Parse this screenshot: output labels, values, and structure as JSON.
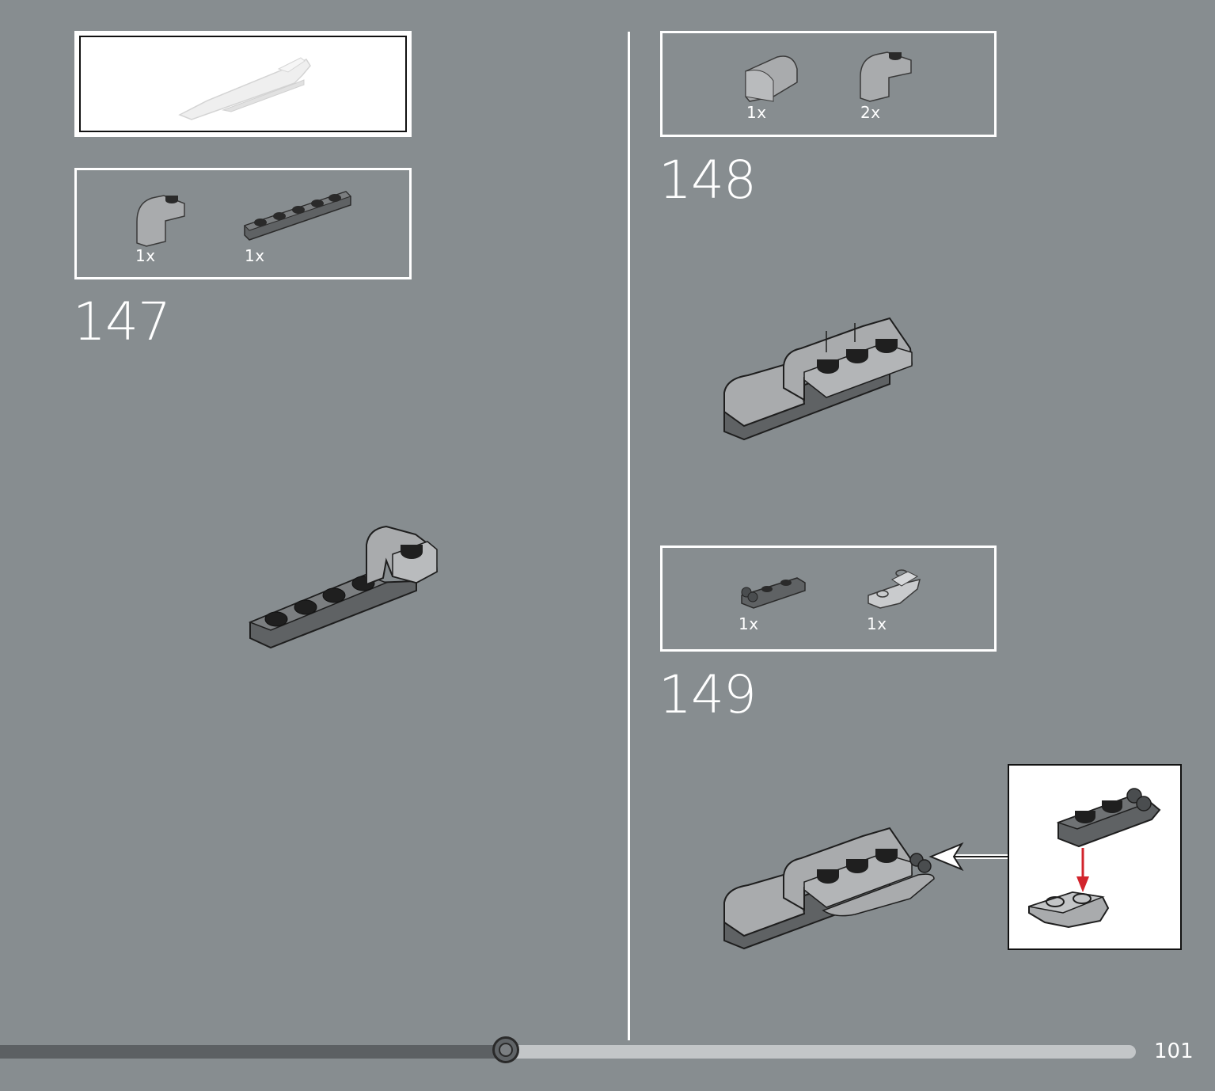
{
  "left_page": {
    "step_147": {
      "number": "147",
      "parts": [
        {
          "qty": "1x",
          "icon": "curved-slope-brick-icon"
        },
        {
          "qty": "1x",
          "icon": "plate-1x6-icon"
        }
      ]
    }
  },
  "right_page": {
    "step_148": {
      "number": "148",
      "parts": [
        {
          "qty": "1x",
          "icon": "curved-brick-icon"
        },
        {
          "qty": "2x",
          "icon": "curved-slope-brick-icon"
        }
      ]
    },
    "step_149": {
      "number": "149",
      "parts": [
        {
          "qty": "1x",
          "icon": "clip-plate-icon"
        },
        {
          "qty": "1x",
          "icon": "inverted-slope-plate-icon"
        }
      ]
    }
  },
  "footer": {
    "page_number": "101",
    "progress_fraction": 0.445
  },
  "colors": {
    "background": "#878d90",
    "frame": "#ffffff",
    "light_gray_part": "#a9abad",
    "dark_gray_part": "#5f6264",
    "arrow_red": "#d2242c"
  }
}
